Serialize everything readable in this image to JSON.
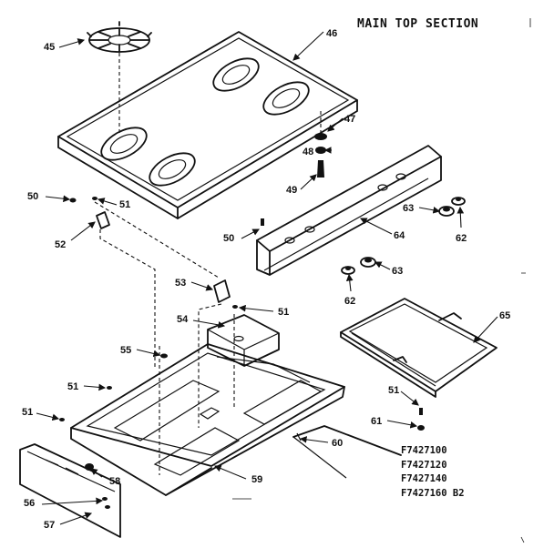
{
  "title": "MAIN TOP SECTION",
  "callouts": [
    "45",
    "46",
    "47",
    "48",
    "49",
    "50",
    "51",
    "52",
    "50",
    "64",
    "63",
    "62",
    "53",
    "51",
    "63",
    "62",
    "65",
    "54",
    "55",
    "51",
    "51",
    "61",
    "51",
    "60",
    "58",
    "59",
    "56",
    "57"
  ],
  "model_numbers": [
    "F7427100",
    "F7427120",
    "F7427140",
    "F7427160 B2"
  ]
}
